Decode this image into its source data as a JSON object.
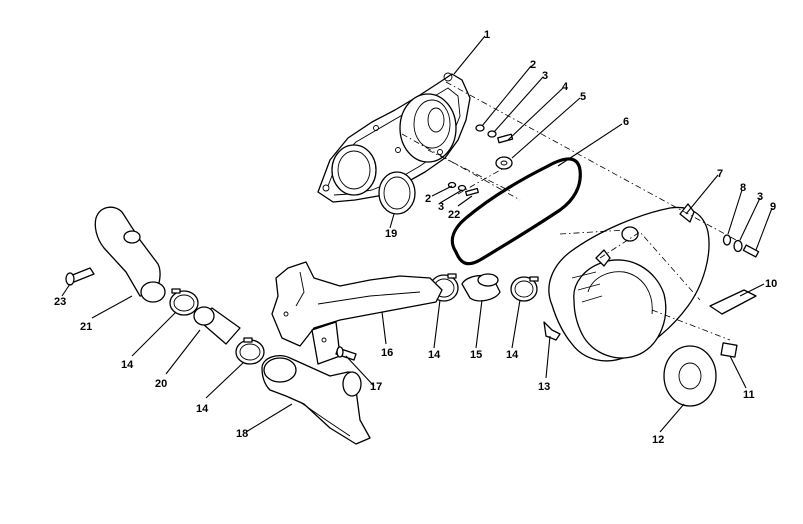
{
  "labels": {
    "p1": "1",
    "p2a": "2",
    "p2b": "2",
    "p3a": "3",
    "p3b": "3",
    "p3c": "3",
    "p4": "4",
    "p5": "5",
    "p6": "6",
    "p7": "7",
    "p8": "8",
    "p9": "9",
    "p10": "10",
    "p11": "11",
    "p12": "12",
    "p13": "13",
    "p14a": "14",
    "p14b": "14",
    "p14c": "14",
    "p14d": "14",
    "p15": "15",
    "p16": "16",
    "p17": "17",
    "p18": "18",
    "p19": "19",
    "p20": "20",
    "p21": "21",
    "p22": "22",
    "p23": "23"
  }
}
